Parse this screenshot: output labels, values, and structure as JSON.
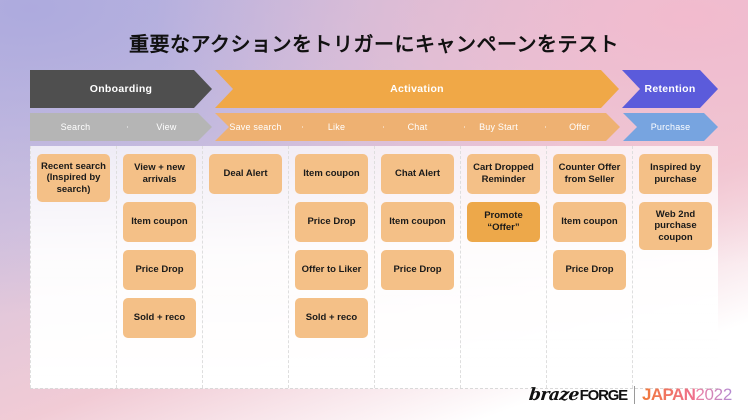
{
  "slide": {
    "title": "重要なアクションをトリガーにキャンペーンをテスト",
    "background_colors": {
      "top_left": "#b3b0de",
      "top_right": "#f0c3d3",
      "bottom": "#ffffff"
    }
  },
  "phases": [
    {
      "label": "Onboarding",
      "color": "#4f4f4f"
    },
    {
      "label": "Activation",
      "color": "#f0a847"
    },
    {
      "label": "Retention",
      "color": "#5b5bdb"
    }
  ],
  "stage_groups": [
    {
      "group": "onboarding",
      "color": "#b5b5b5",
      "stages": [
        {
          "label": "Search"
        },
        {
          "label": "View"
        }
      ]
    },
    {
      "group": "activation",
      "color": "#eeb172",
      "stages": [
        {
          "label": "Save search"
        },
        {
          "label": "Like"
        },
        {
          "label": "Chat"
        },
        {
          "label": "Buy Start"
        },
        {
          "label": "Offer"
        }
      ]
    },
    {
      "group": "retention",
      "color": "#77a4e0",
      "stages": [
        {
          "label": "Purchase"
        }
      ]
    }
  ],
  "columns": [
    {
      "stage": "Search",
      "cards": [
        {
          "label": "Recent search (Inspired by search)",
          "size": "h3",
          "highlight": false
        }
      ]
    },
    {
      "stage": "View",
      "cards": [
        {
          "label": "View + new arrivals",
          "size": "h2",
          "highlight": false
        },
        {
          "label": "Item coupon",
          "size": "h2",
          "highlight": false
        },
        {
          "label": "Price Drop",
          "size": "h2",
          "highlight": false
        },
        {
          "label": "Sold + reco",
          "size": "h2",
          "highlight": false
        }
      ]
    },
    {
      "stage": "Save search",
      "cards": [
        {
          "label": "Deal Alert",
          "size": "h2",
          "highlight": false
        }
      ]
    },
    {
      "stage": "Like",
      "cards": [
        {
          "label": "Item coupon",
          "size": "h2",
          "highlight": false
        },
        {
          "label": "Price Drop",
          "size": "h2",
          "highlight": false
        },
        {
          "label": "Offer to Liker",
          "size": "h2",
          "highlight": false
        },
        {
          "label": "Sold + reco",
          "size": "h2",
          "highlight": false
        }
      ]
    },
    {
      "stage": "Chat",
      "cards": [
        {
          "label": "Chat Alert",
          "size": "h2",
          "highlight": false
        },
        {
          "label": "Item coupon",
          "size": "h2",
          "highlight": false
        },
        {
          "label": "Price Drop",
          "size": "h2",
          "highlight": false
        }
      ]
    },
    {
      "stage": "Buy Start",
      "cards": [
        {
          "label": "Cart Dropped Reminder",
          "size": "h2",
          "highlight": false
        },
        {
          "label": "Promote “Offer”",
          "size": "h2",
          "highlight": true
        }
      ]
    },
    {
      "stage": "Offer",
      "cards": [
        {
          "label": "Counter Offer from Seller",
          "size": "h2",
          "highlight": false
        },
        {
          "label": "Item coupon",
          "size": "h2",
          "highlight": false
        },
        {
          "label": "Price Drop",
          "size": "h2",
          "highlight": false
        }
      ]
    },
    {
      "stage": "Purchase",
      "cards": [
        {
          "label": "Inspired by purchase",
          "size": "h2",
          "highlight": false
        },
        {
          "label": "Web 2nd purchase coupon",
          "size": "h3",
          "highlight": false
        }
      ]
    }
  ],
  "logo": {
    "braze": "braze",
    "forge": "FORGE",
    "japan": "JAPAN",
    "year": "2022"
  }
}
